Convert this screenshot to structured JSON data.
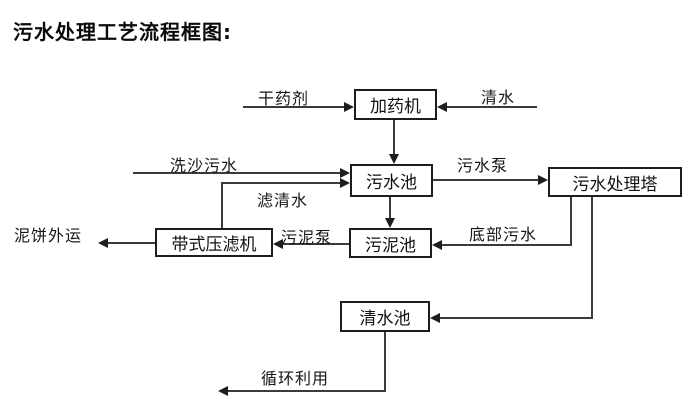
{
  "title": "污水处理工艺流程框图:",
  "diagram": {
    "nodes": {
      "dosing_machine": "加药机",
      "sewage_pool": "污水池",
      "treatment_tower": "污水处理塔",
      "belt_filter_press": "带式压滤机",
      "sludge_pool": "污泥池",
      "clean_water_pool": "清水池"
    },
    "edge_labels": {
      "dry_agent": "干药剂",
      "clean_water": "清水",
      "sand_wash_sewage": "洗沙污水",
      "sewage_pump": "污水泵",
      "filtered_water": "滤清水",
      "sludge_pump": "污泥泵",
      "bottom_sewage": "底部污水",
      "mud_cake_out": "泥饼外运",
      "recycle": "循环利用"
    },
    "edges": [
      {
        "from": "干药剂(外部)",
        "to": "加药机",
        "label": "干药剂"
      },
      {
        "from": "清水(外部)",
        "to": "加药机",
        "label": "清水"
      },
      {
        "from": "加药机",
        "to": "污水池",
        "label": ""
      },
      {
        "from": "洗沙污水(外部)",
        "to": "污水池",
        "label": "洗沙污水"
      },
      {
        "from": "带式压滤机",
        "to": "污水池",
        "label": "滤清水"
      },
      {
        "from": "污水池",
        "to": "污水处理塔",
        "label": "污水泵"
      },
      {
        "from": "污水池",
        "to": "污泥池",
        "label": ""
      },
      {
        "from": "污水处理塔",
        "to": "污泥池",
        "label": "底部污水"
      },
      {
        "from": "污泥池",
        "to": "带式压滤机",
        "label": "污泥泵"
      },
      {
        "from": "带式压滤机",
        "to": "泥饼外运(外部)",
        "label": "泥饼外运"
      },
      {
        "from": "污水处理塔",
        "to": "清水池",
        "label": ""
      },
      {
        "from": "清水池",
        "to": "循环利用(外部)",
        "label": "循环利用"
      }
    ],
    "colors": {
      "line": "#3a3a3a",
      "box_border": "#1d1d1d",
      "text": "#000000",
      "background": "#ffffff"
    }
  }
}
